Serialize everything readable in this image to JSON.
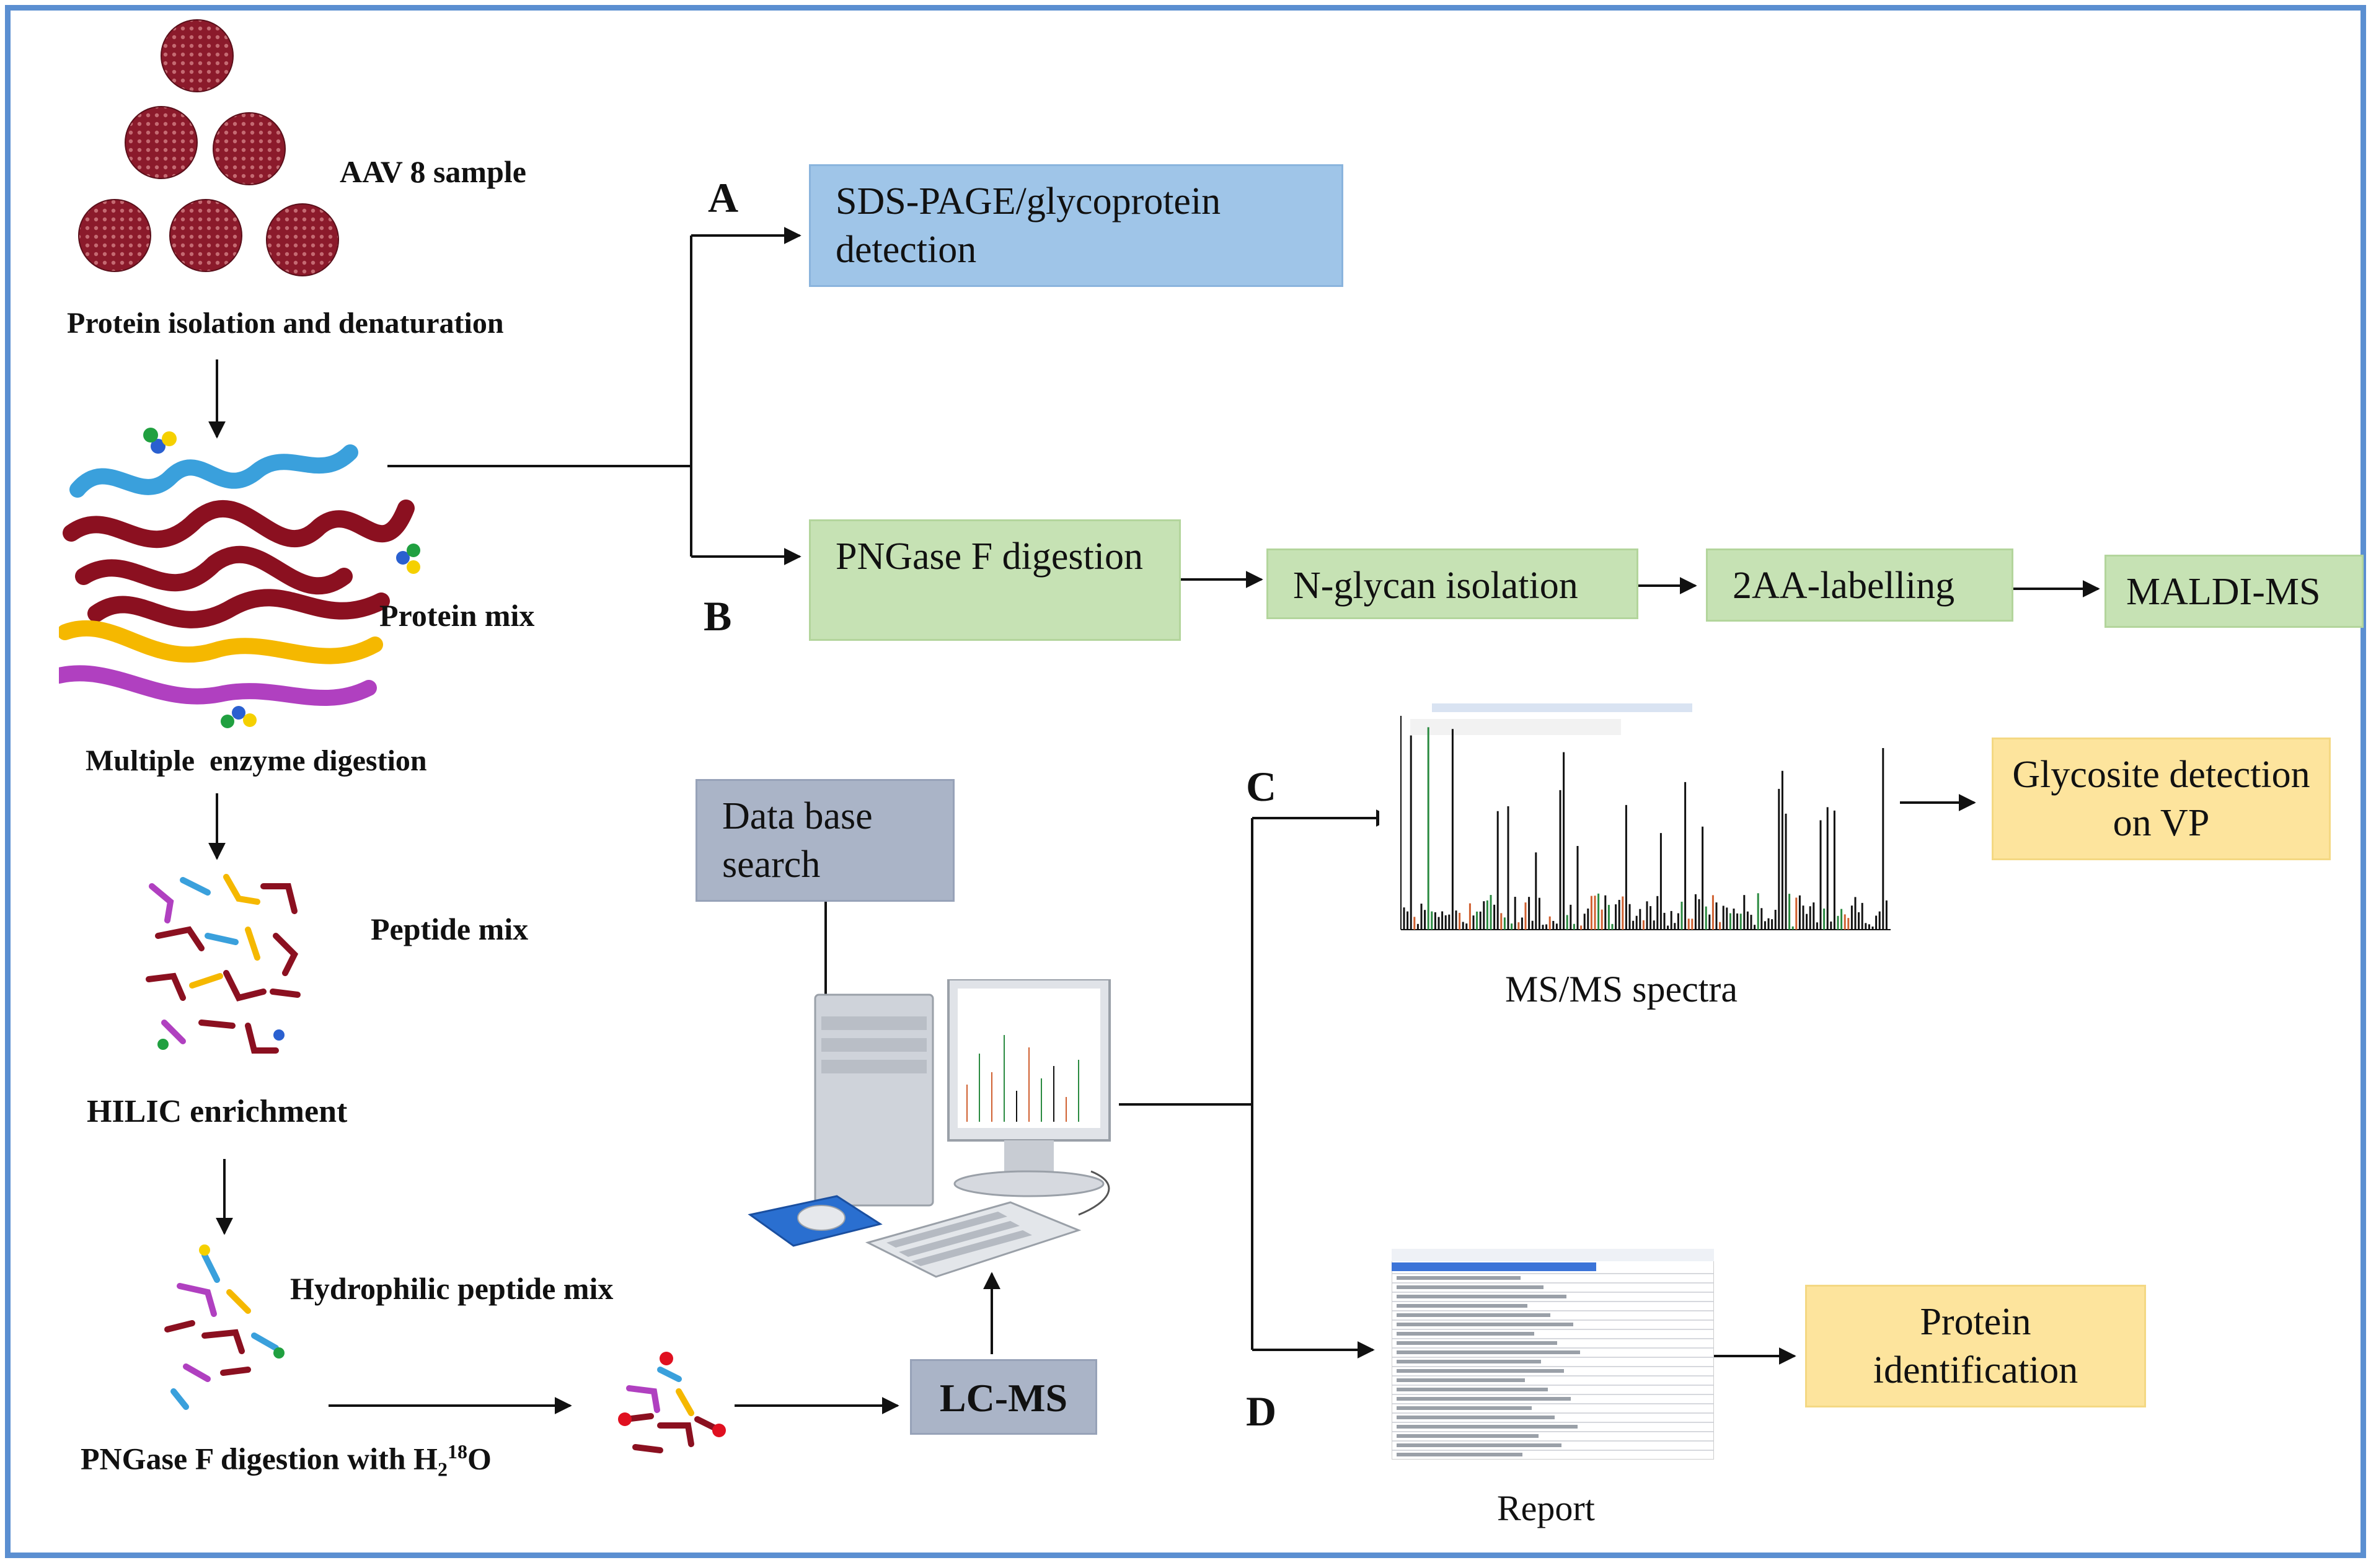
{
  "left_pipeline": {
    "sample_label": "AAV 8 sample",
    "isolation_label": "Protein isolation and denaturation",
    "protein_mix_label": "Protein mix",
    "digestion_label": "Multiple  enzyme digestion",
    "peptide_mix_label": "Peptide mix",
    "hilic_label": "HILIC enrichment",
    "hydrophilic_label": "Hydrophilic peptide mix",
    "pngase_h2o_label": "PNGase F digestion with H",
    "pngase_h2o_sub": "2",
    "pngase_h2o_sup": "18",
    "pngase_h2o_tail": "O"
  },
  "branch_letters": {
    "a": "A",
    "b": "B",
    "c": "C",
    "d": "D"
  },
  "boxes": {
    "sds_page": "SDS-PAGE/glycoprotein detection",
    "pngase_digestion": "PNGase F digestion",
    "nglycan": "N-glycan isolation",
    "labelling": "2AA-labelling",
    "maldi": "MALDI-MS",
    "database": "Data base search",
    "lcms": "LC-MS",
    "glycosite": "Glycosite detection on VP",
    "protein_id": "Protein identification"
  },
  "captions": {
    "spectra": "MS/MS spectra",
    "report": "Report"
  },
  "colors": {
    "frame": "#5b8fd1",
    "blue_box": "#9fc5e8",
    "green_box": "#c6e2b4",
    "gray_box": "#aab4c7",
    "yellow_box": "#fde49d",
    "virus": "#8b1a2b",
    "strand_dark_red": "#8b1020",
    "strand_blue": "#3aa0dc",
    "strand_yellow": "#f5b800",
    "strand_magenta": "#b040c0"
  }
}
